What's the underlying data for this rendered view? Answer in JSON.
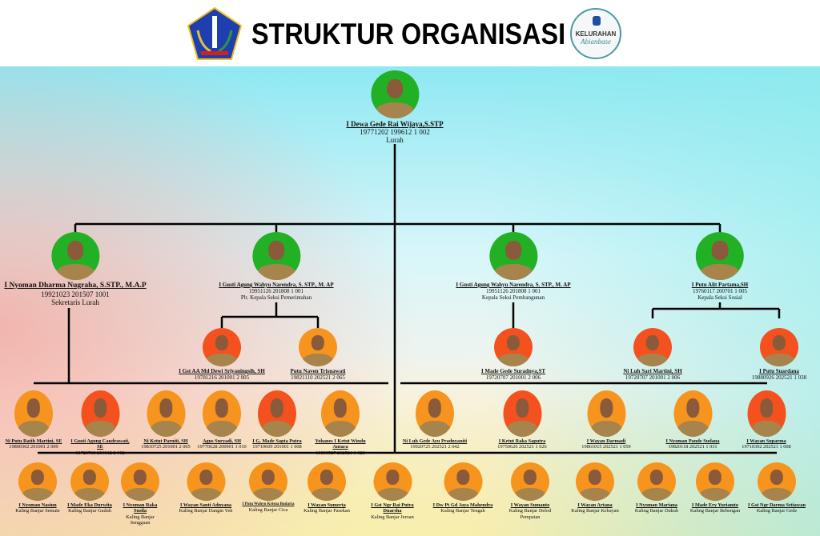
{
  "header": {
    "title": "STRUKTUR ORGANISASI",
    "logo_text_1": "KELURAHAN",
    "logo_text_2": "Abianbase"
  },
  "colors": {
    "green": "#22b024",
    "orange": "#f7941d",
    "redorange": "#f4511e",
    "line": "#000000"
  },
  "lurah": {
    "name": "I Dewa Gede Rai Wijaya,S.STP",
    "nip": "19771202 199612 1 002",
    "role": "Lurah"
  },
  "heads": [
    {
      "name": "I Nyoman Dharma Nugraha, S.STP., M.A.P",
      "nip": "19921023 201507 1001",
      "role": "Sekretaris Lurah"
    },
    {
      "name": "I Gusti Agung Wahyu Narendra, S. STP., M. AP",
      "nip": "19951126 201808 1 001",
      "role": "Plt. Kepala Seksi Pemerintahan"
    },
    {
      "name": "I Gusti Agung Wahyu Narendra, S. STP., M. AP",
      "nip": "19951126 201808 1 001",
      "role": "Kepala Seksi Pembangunan"
    },
    {
      "name": "I Putu Alit Partama,SH",
      "nip": "19760117 200701 1 005",
      "role": "Kepala Seksi Sosial"
    }
  ],
  "staff": [
    {
      "name": "I Gst AA Md Dewi Sriyaningsih, SH",
      "nip": "19781216 201001 2 005"
    },
    {
      "name": "Putu Naven Trisnawati",
      "nip": "19821110 202521 2 065"
    },
    {
      "name": "I Made Gede Suradnya,ST",
      "nip": "19720707 201001 2 006"
    },
    {
      "name": "Ni Luh Sari Martini, SH",
      "nip": "19720707 201001 2 006"
    },
    {
      "name": "I Putu Suardana",
      "nip": "19880926 202521 1 038"
    }
  ],
  "row3": [
    {
      "name": "Ni Putu Ratih Martini, SE",
      "nip": "19800302 201001 2 009"
    },
    {
      "name": "I Gusti Agung Candrawati, SE",
      "nip": "19720713 200312 2 002"
    },
    {
      "name": "Ni Ketut Parniti, SH",
      "nip": "19810725 201001 2 005"
    },
    {
      "name": "Agus Suryadi, SH",
      "nip": "19770628 200901 1 010"
    },
    {
      "name": "I G. Made Sapta Putra",
      "nip": "19710609 201001 1 008"
    },
    {
      "name": "Yohanes I Ketut Windu Antara",
      "nip": "19800527 202521 1 028"
    },
    {
      "name": "Ni Luh Gede Ayu Pradnyaniti",
      "nip": "19920725 202521 2 042"
    },
    {
      "name": "I Ketut Raka Saputra",
      "nip": "19750626 202521 1 026"
    },
    {
      "name": "I Wayan Darmadi",
      "nip": "19861015 202521 1 059"
    },
    {
      "name": "I Nyoman Pande Sudana",
      "nip": "19820118 202521 1 031"
    },
    {
      "name": "I Wayan Suparma",
      "nip": "19710302 202521 1 008"
    }
  ],
  "kaling": [
    {
      "name": "I Nyoman Nasiun",
      "role": "Kaling Banjar Semate"
    },
    {
      "name": "I Made Eka Durwita",
      "role": "Kaling Banjar Gaduh"
    },
    {
      "name": "I Nyoman Raka Susila",
      "role": "Kaling Banjar Sengguan"
    },
    {
      "name": "I Wayan Santi Adnyana",
      "role": "Kaling Banjar Dangin Yeh"
    },
    {
      "name": "I Putu Wahyu Krisna Budarta",
      "role": "Kaling Banjar Cica"
    },
    {
      "name": "I Wayan Sumerta",
      "role": "Kaling Banjar Pasekan"
    },
    {
      "name": "I Gst Ngr Rai Putra Duarsha",
      "role": "Kaling Banjar Jeroan"
    },
    {
      "name": "I Dw Pt Gd Jaya Mahendra",
      "role": "Kaling Banjar Tengah"
    },
    {
      "name": "I Wayan Sumanto",
      "role": "Kaling Banjar Delod Pempatan"
    },
    {
      "name": "I Wayan Artana",
      "role": "Kaling Banjar Kebayan"
    },
    {
      "name": "I Nyoman Mariana",
      "role": "Kaling Banjar Dukuh"
    },
    {
      "name": "I Made Ery Yuriamto",
      "role": "Kaling Banjar Bebengan"
    },
    {
      "name": "I Gst Ngr Darma Setiawan",
      "role": "Kaling Banjar Gede"
    }
  ]
}
